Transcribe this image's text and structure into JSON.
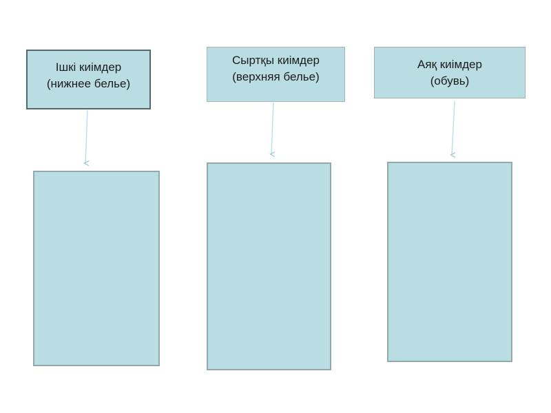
{
  "diagram": {
    "colors": {
      "background": "#ffffff",
      "box_fill": "#b9dde2",
      "label_box_border_dark": "#52686c",
      "label_box_border_light": "#a3b5b9",
      "content_box_border": "#94a7aa",
      "arrow": "#bfdfe4",
      "arrowhead": "#9fcdd4",
      "text": "#1c1c1c"
    },
    "categories": [
      {
        "label_line1": "Ішкі киімдер",
        "label_line2": "(нижнее белье)"
      },
      {
        "label_line1": "Сыртқы киімдер",
        "label_line2": "(верхняя белье)"
      },
      {
        "label_line1": "Аяқ киімдер",
        "label_line2": "(обувь)"
      }
    ]
  }
}
